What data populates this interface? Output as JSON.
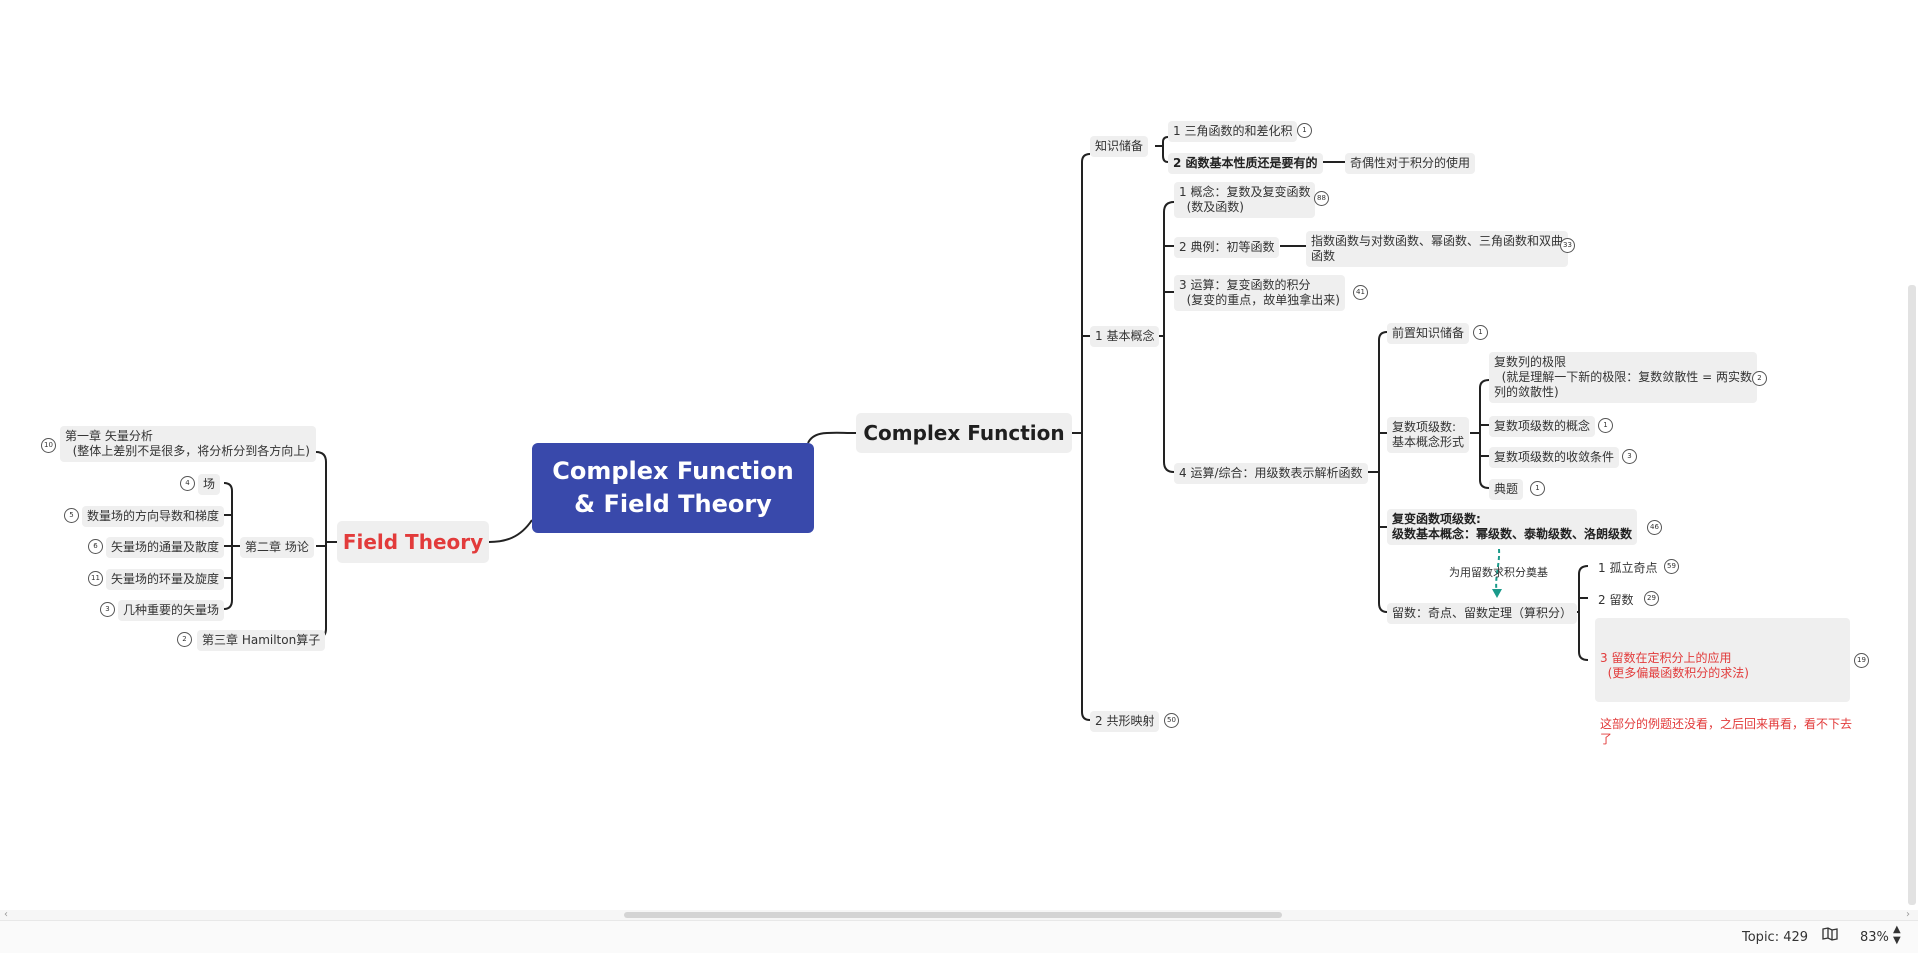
{
  "center": {
    "line1": "Complex Function",
    "line2": "& Field Theory"
  },
  "right_main": {
    "label": "Complex Function"
  },
  "left_main": {
    "label": "Field Theory"
  },
  "right": {
    "zhishi": {
      "label": "知识储备",
      "c1": {
        "label": "1 三角函数的和差化积",
        "badge": "1"
      },
      "c2": {
        "label": "2 函数基本性质还是要有的",
        "note": "奇偶性对于积分的使用"
      }
    },
    "jiben": {
      "label": "1 基本概念",
      "gainian": {
        "label": "1 概念：复数及复变函数\n  (数及函数)",
        "badge": "88"
      },
      "dianli": {
        "label": "2 典例：初等函数",
        "note": "指数函数与对数函数、幂函数、三角函数和双曲\n函数",
        "badge": "33"
      },
      "yunsuan3": {
        "label": "3 运算：复变函数的积分\n  (复变的重点，故单独拿出来)",
        "badge": "41"
      },
      "yunsuan4": {
        "label": "4 运算/综合：用级数表示解析函数",
        "qianzhi": {
          "label": "前置知识储备",
          "badge": "1"
        },
        "fushu": {
          "label": "复数项级数:\n基本概念形式",
          "c1": {
            "label": "复数列的极限\n  (就是理解一下新的极限：复数敛散性 = 两实数\n列的敛散性)",
            "badge": "2"
          },
          "c2": {
            "label": "复数项级数的概念",
            "badge": "1"
          },
          "c3": {
            "label": "复数项级数的收敛条件",
            "badge": "3"
          },
          "c4": {
            "label": "典题",
            "badge": "1"
          }
        },
        "fubian": {
          "label": "复变函数项级数:\n级数基本概念：幂级数、泰勒级数、洛朗级数",
          "badge": "46"
        },
        "arrow_label": "为用留数求积分奠基",
        "liushu": {
          "label": "留数：奇点、留数定理（算积分）",
          "c1": {
            "label": "1 孤立奇点",
            "badge": "59"
          },
          "c2": {
            "label": "2 留数",
            "badge": "29"
          },
          "c3": {
            "label": "3 留数在定积分上的应用\n  (更多偏最函数积分的求法)",
            "note": "这部分的例题还没看，之后回来再看，看不下去\n了",
            "badge": "19"
          }
        }
      }
    },
    "gongxing": {
      "label": "2 共形映射",
      "badge": "50"
    }
  },
  "left": {
    "ch1": {
      "label": "第一章 矢量分析\n  (整体上差别不是很多，将分析分到各方向上)",
      "badge": "10"
    },
    "ch2": {
      "label": "第二章 场论",
      "c1": {
        "label": "场",
        "badge": "4"
      },
      "c2": {
        "label": "数量场的方向导数和梯度",
        "badge": "5"
      },
      "c3": {
        "label": "矢量场的通量及散度",
        "badge": "6"
      },
      "c4": {
        "label": "矢量场的环量及旋度",
        "badge": "11"
      },
      "c5": {
        "label": "几种重要的矢量场",
        "badge": "3"
      }
    },
    "ch3": {
      "label": "第三章 Hamilton算子",
      "badge": "2"
    }
  },
  "status": {
    "topic": "Topic: 429",
    "map_icon": "book-map-icon",
    "zoom": "83%"
  },
  "colors": {
    "center_bg": "#3949ab",
    "accent_red": "#e23b3b",
    "arrow_teal": "#1a9a8a",
    "node_bg": "#efefef"
  }
}
